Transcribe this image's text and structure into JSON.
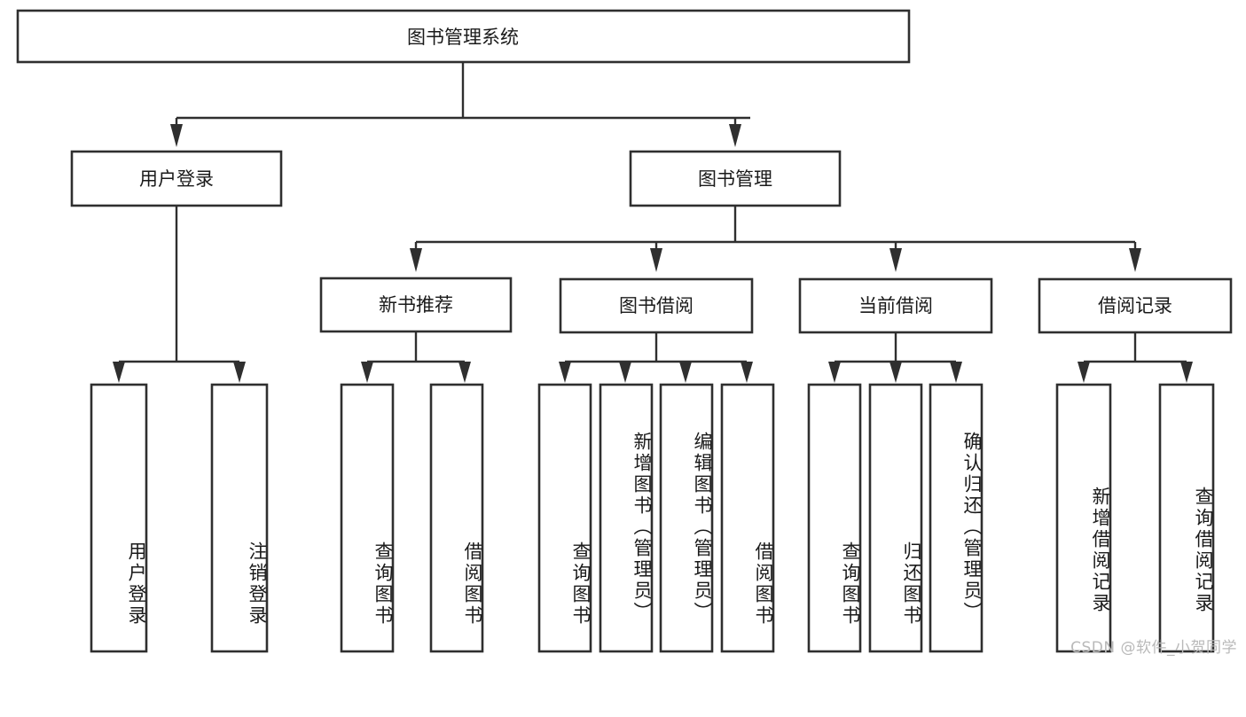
{
  "diagram": {
    "type": "tree-hierarchy",
    "title": "图书管理系统",
    "root": {
      "id": "root",
      "label": "图书管理系统",
      "orientation": "horizontal"
    },
    "level2": [
      {
        "id": "user-login",
        "label": "用户登录",
        "orientation": "horizontal"
      },
      {
        "id": "book-management",
        "label": "图书管理",
        "orientation": "horizontal"
      }
    ],
    "level3": [
      {
        "id": "new-book-recommend",
        "label": "新书推荐",
        "orientation": "horizontal",
        "parent": "book-management"
      },
      {
        "id": "book-borrow",
        "label": "图书借阅",
        "orientation": "horizontal",
        "parent": "book-management"
      },
      {
        "id": "current-borrow",
        "label": "当前借阅",
        "orientation": "horizontal",
        "parent": "book-management"
      },
      {
        "id": "borrow-record",
        "label": "借阅记录",
        "orientation": "horizontal",
        "parent": "book-management"
      }
    ],
    "leaves": [
      {
        "id": "leaf-user-login",
        "label": "用户登录",
        "orientation": "vertical",
        "parent": "user-login"
      },
      {
        "id": "leaf-user-logout",
        "label": "注销登录",
        "orientation": "vertical",
        "parent": "user-login"
      },
      {
        "id": "leaf-query-book-1",
        "label": "查询图书",
        "orientation": "vertical",
        "parent": "new-book-recommend"
      },
      {
        "id": "leaf-borrow-book-1",
        "label": "借阅图书",
        "orientation": "vertical",
        "parent": "new-book-recommend"
      },
      {
        "id": "leaf-query-book-2",
        "label": "查询图书",
        "orientation": "vertical",
        "parent": "book-borrow"
      },
      {
        "id": "leaf-add-book",
        "label": "新增图书（管理员）",
        "orientation": "vertical",
        "parent": "book-borrow"
      },
      {
        "id": "leaf-edit-book",
        "label": "编辑图书（管理员）",
        "orientation": "vertical",
        "parent": "book-borrow"
      },
      {
        "id": "leaf-borrow-book-2",
        "label": "借阅图书",
        "orientation": "vertical",
        "parent": "book-borrow"
      },
      {
        "id": "leaf-query-book-3",
        "label": "查询图书",
        "orientation": "vertical",
        "parent": "current-borrow"
      },
      {
        "id": "leaf-return-book",
        "label": "归还图书",
        "orientation": "vertical",
        "parent": "current-borrow"
      },
      {
        "id": "leaf-confirm-return",
        "label": "确认归还（管理员）",
        "orientation": "vertical",
        "parent": "current-borrow"
      },
      {
        "id": "leaf-add-record",
        "label": "新增借阅记录",
        "orientation": "vertical",
        "parent": "borrow-record"
      },
      {
        "id": "leaf-query-record",
        "label": "查询借阅记录",
        "orientation": "vertical",
        "parent": "borrow-record"
      }
    ],
    "colors": {
      "box_stroke": "#2f2f2f",
      "box_fill": "#ffffff",
      "connector": "#2f2f2f",
      "text": "#1a1a1a",
      "background": "#ffffff",
      "watermark": "#b9b9b9"
    }
  },
  "watermark": {
    "text": "CSDN @软件_小贺同学"
  }
}
